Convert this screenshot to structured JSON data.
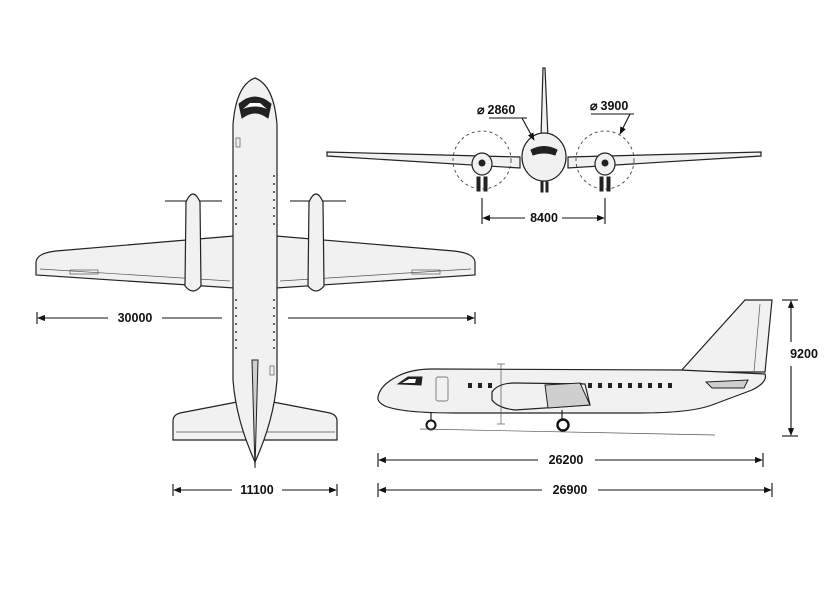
{
  "dimensions": {
    "wingspan": "30000",
    "tailplane_span": "11100",
    "prop_diameter_front": "2860",
    "prop_diameter_rear": "3900",
    "track": "8400",
    "height": "9200",
    "fuselage_length": "26200",
    "overall_length": "26900",
    "diameter_symbol": "⌀"
  },
  "colors": {
    "line": "#222222",
    "fill": "#f1f1f1",
    "shade": "#cfcfcf"
  }
}
